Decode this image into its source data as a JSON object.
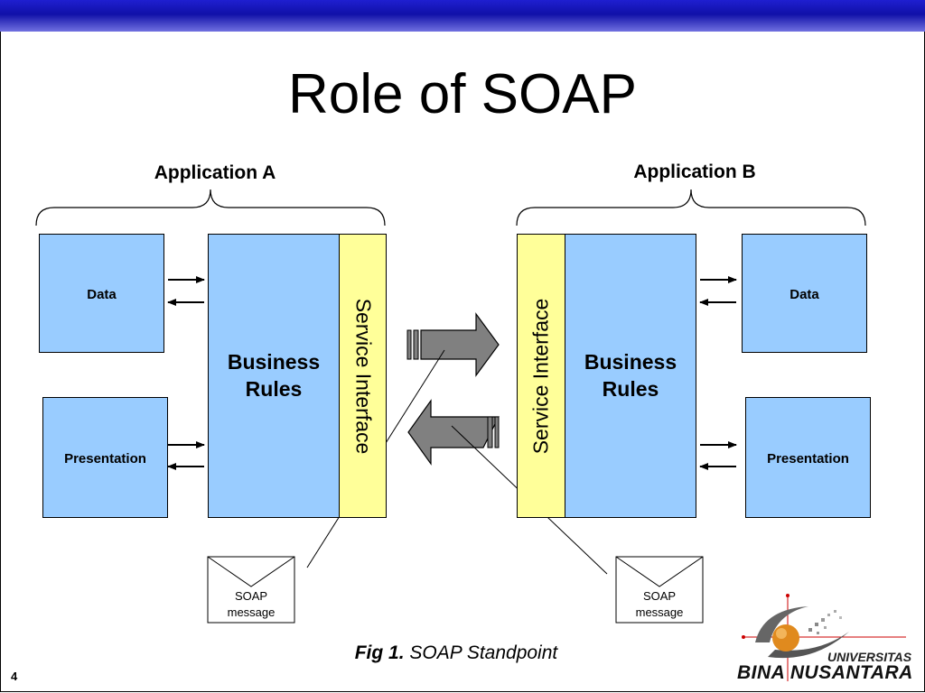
{
  "slide": {
    "title": "Role of SOAP",
    "page_number": "4",
    "caption_bold": "Fig 1.",
    "caption_rest": " SOAP Standpoint"
  },
  "app_a": {
    "label": "Application A",
    "data": "Data",
    "presentation": "Presentation",
    "business_line1": "Business",
    "business_line2": "Rules",
    "service": "Service Interface"
  },
  "app_b": {
    "label": "Application B",
    "data": "Data",
    "presentation": "Presentation",
    "business_line1": "Business",
    "business_line2": "Rules",
    "service": "Service Interface"
  },
  "messages": {
    "left_line1": "SOAP",
    "left_line2": "message",
    "right_line1": "SOAP",
    "right_line2": "message"
  },
  "logo": {
    "line1": "UNIVERSITAS",
    "line2": "BINA NUSANTARA",
    "colors": {
      "orb": "#e08a1e",
      "swoosh": "#555555"
    }
  },
  "colors": {
    "box_fill": "#99ccff",
    "service_fill": "#ffff99",
    "arrow_fill": "#808080",
    "banner": "#1010a8"
  }
}
